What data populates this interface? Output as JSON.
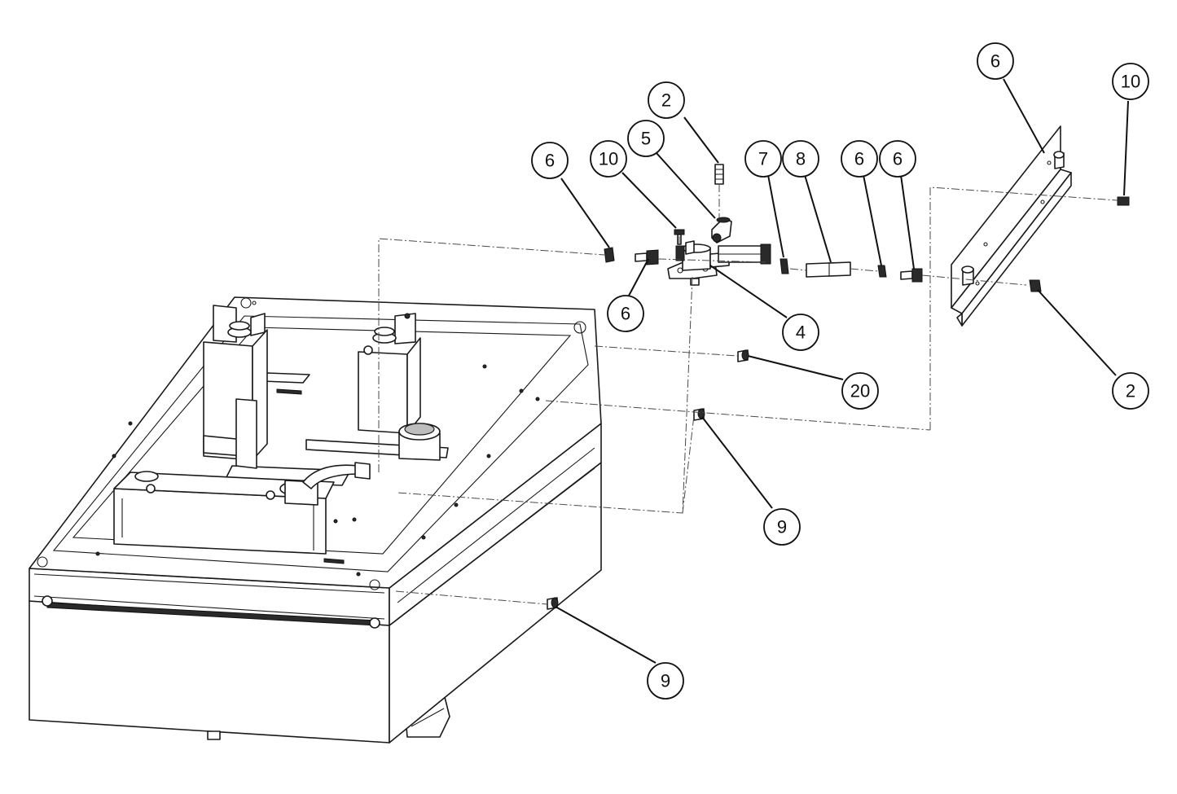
{
  "callouts": [
    {
      "label": "6"
    },
    {
      "label": "10"
    },
    {
      "label": "5"
    },
    {
      "label": "2"
    },
    {
      "label": "7"
    },
    {
      "label": "8"
    },
    {
      "label": "6"
    },
    {
      "label": "6"
    },
    {
      "label": "6"
    },
    {
      "label": "10"
    },
    {
      "label": "6"
    },
    {
      "label": "4"
    },
    {
      "label": "2"
    },
    {
      "label": "20"
    },
    {
      "label": "9"
    },
    {
      "label": "9"
    }
  ]
}
